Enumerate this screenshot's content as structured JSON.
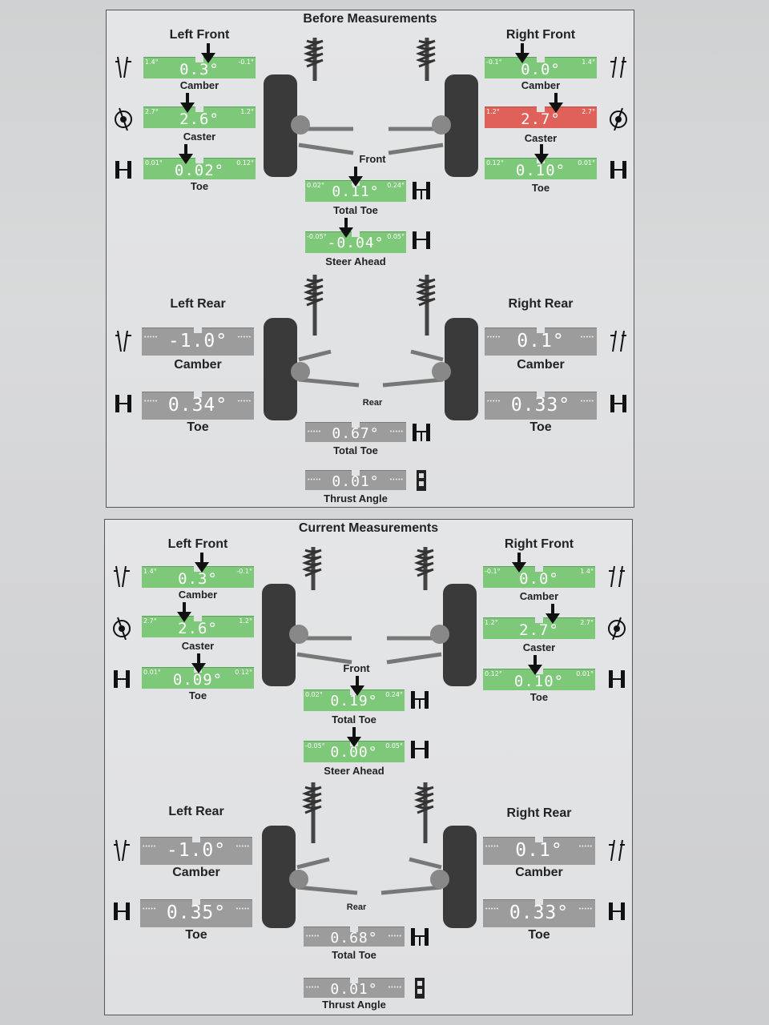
{
  "before": {
    "title": "Before Measurements",
    "left_front": {
      "heading": "Left Front",
      "camber": {
        "label": "Camber",
        "value": "0.3°",
        "low": "1.4°",
        "high": "-0.1°"
      },
      "caster": {
        "label": "Caster",
        "value": "2.6°",
        "low": "2.7°",
        "high": "1.2°"
      },
      "toe": {
        "label": "Toe",
        "value": "0.02°",
        "low": "0.01°",
        "high": "0.12°"
      }
    },
    "right_front": {
      "heading": "Right Front",
      "camber": {
        "label": "Camber",
        "value": "0.0°",
        "low": "-0.1°",
        "high": "1.4°"
      },
      "caster": {
        "label": "Caster",
        "value": "2.7°",
        "low": "1.2°",
        "high": "2.7°",
        "status_color": "#e0605a"
      },
      "toe": {
        "label": "Toe",
        "value": "0.10°",
        "low": "0.12°",
        "high": "0.01°"
      }
    },
    "front": {
      "heading": "Front",
      "total_toe": {
        "label": "Total Toe",
        "value": "0.11°",
        "low": "0.02°",
        "high": "0.24°"
      },
      "steer_ahead": {
        "label": "Steer Ahead",
        "value": "-0.04°",
        "low": "-0.05°",
        "high": "0.05°"
      }
    },
    "left_rear": {
      "heading": "Left Rear",
      "camber": {
        "label": "Camber",
        "value": "-1.0°"
      },
      "toe": {
        "label": "Toe",
        "value": "0.34°"
      }
    },
    "right_rear": {
      "heading": "Right Rear",
      "camber": {
        "label": "Camber",
        "value": "0.1°"
      },
      "toe": {
        "label": "Toe",
        "value": "0.33°"
      }
    },
    "rear": {
      "heading": "Rear",
      "total_toe": {
        "label": "Total Toe",
        "value": "0.67°"
      },
      "thrust_angle": {
        "label": "Thrust Angle",
        "value": "0.01°"
      }
    }
  },
  "current": {
    "title": "Current Measurements",
    "left_front": {
      "heading": "Left Front",
      "camber": {
        "label": "Camber",
        "value": "0.3°",
        "low": "1.4°",
        "high": "-0.1°"
      },
      "caster": {
        "label": "Caster",
        "value": "2.6°",
        "low": "2.7°",
        "high": "1.2°"
      },
      "toe": {
        "label": "Toe",
        "value": "0.09°",
        "low": "0.01°",
        "high": "0.12°"
      }
    },
    "right_front": {
      "heading": "Right Front",
      "camber": {
        "label": "Camber",
        "value": "0.0°",
        "low": "-0.1°",
        "high": "1.4°"
      },
      "caster": {
        "label": "Caster",
        "value": "2.7°",
        "low": "1.2°",
        "high": "2.7°"
      },
      "toe": {
        "label": "Toe",
        "value": "0.10°",
        "low": "0.12°",
        "high": "0.01°"
      }
    },
    "front": {
      "heading": "Front",
      "total_toe": {
        "label": "Total Toe",
        "value": "0.19°",
        "low": "0.02°",
        "high": "0.24°"
      },
      "steer_ahead": {
        "label": "Steer Ahead",
        "value": "0.00°",
        "low": "-0.05°",
        "high": "0.05°"
      }
    },
    "left_rear": {
      "heading": "Left Rear",
      "camber": {
        "label": "Camber",
        "value": "-1.0°"
      },
      "toe": {
        "label": "Toe",
        "value": "0.35°"
      }
    },
    "right_rear": {
      "heading": "Right Rear",
      "camber": {
        "label": "Camber",
        "value": "0.1°"
      },
      "toe": {
        "label": "Toe",
        "value": "0.33°"
      }
    },
    "rear": {
      "heading": "Rear",
      "total_toe": {
        "label": "Total Toe",
        "value": "0.68°"
      },
      "thrust_angle": {
        "label": "Thrust Angle",
        "value": "0.01°"
      }
    }
  },
  "colors": {
    "in_spec": "#7ec87a",
    "out_of_spec": "#e0605a",
    "no_spec": "#9c9c9c"
  }
}
